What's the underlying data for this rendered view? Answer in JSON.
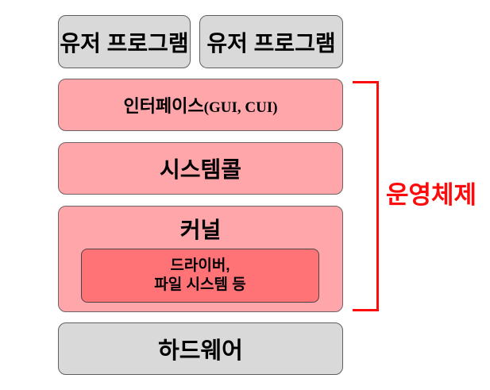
{
  "diagram": {
    "title_domain": "operating-system-architecture",
    "colors": {
      "background": "#ffffff",
      "gray_fill": "#d9d9d9",
      "gray_border": "#5f5f5f",
      "pink_fill": "#ffa6ab",
      "inner_red_fill": "#ff7377",
      "accent_red": "#fb0b0b",
      "text": "#000000"
    },
    "boxes": {
      "user_program_1": "유저 프로그램",
      "user_program_2": "유저 프로그램",
      "interface": {
        "ko": "인터페이스",
        "latin": "(GUI, CUI)"
      },
      "system_call": "시스템콜",
      "kernel_title": "커널",
      "driver": {
        "line1": "드라이버,",
        "line2": "파일 시스템 등"
      },
      "hardware": "하드웨어"
    },
    "bracket": {
      "label": "운영체제"
    }
  }
}
